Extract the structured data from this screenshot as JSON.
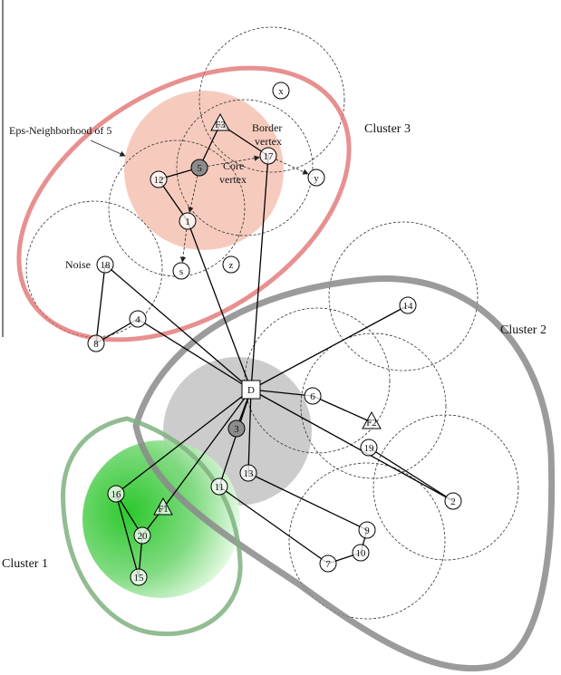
{
  "labels": {
    "eps_neighborhood": "Eps-Neighborhood of 5",
    "border_vertex_1": "Border",
    "border_vertex_2": "vertex",
    "core_vertex_1": "Core",
    "core_vertex_2": "vertex",
    "noise": "Noise",
    "cluster_1": "Cluster 1",
    "cluster_2": "Cluster 2",
    "cluster_3": "Cluster 3"
  },
  "nodes": [
    {
      "id": "x",
      "text": "x",
      "shape": "circle"
    },
    {
      "id": "y",
      "text": "y",
      "shape": "circle"
    },
    {
      "id": "z",
      "text": "z",
      "shape": "circle"
    },
    {
      "id": "s",
      "text": "s",
      "shape": "circle"
    },
    {
      "id": "F3",
      "text": "F3",
      "shape": "triangle"
    },
    {
      "id": "n17",
      "text": "17",
      "shape": "circle"
    },
    {
      "id": "n5",
      "text": "5",
      "shape": "circle-dark"
    },
    {
      "id": "n12",
      "text": "12",
      "shape": "circle"
    },
    {
      "id": "n1",
      "text": "1",
      "shape": "circle"
    },
    {
      "id": "n18",
      "text": "18",
      "shape": "circle"
    },
    {
      "id": "n4",
      "text": "4",
      "shape": "circle"
    },
    {
      "id": "n8",
      "text": "8",
      "shape": "circle"
    },
    {
      "id": "n14",
      "text": "14",
      "shape": "circle"
    },
    {
      "id": "D",
      "text": "D",
      "shape": "square"
    },
    {
      "id": "n6",
      "text": "6",
      "shape": "circle"
    },
    {
      "id": "F2",
      "text": "F2",
      "shape": "triangle"
    },
    {
      "id": "n19",
      "text": "19",
      "shape": "circle"
    },
    {
      "id": "n3",
      "text": "3",
      "shape": "circle-dark"
    },
    {
      "id": "n13",
      "text": "13",
      "shape": "circle"
    },
    {
      "id": "n11",
      "text": "11",
      "shape": "circle"
    },
    {
      "id": "n2",
      "text": "2",
      "shape": "circle"
    },
    {
      "id": "n9",
      "text": "9",
      "shape": "circle"
    },
    {
      "id": "n10",
      "text": "10",
      "shape": "circle"
    },
    {
      "id": "n7",
      "text": "7",
      "shape": "circle"
    },
    {
      "id": "n16",
      "text": "16",
      "shape": "circle"
    },
    {
      "id": "F1",
      "text": "F1",
      "shape": "triangle"
    },
    {
      "id": "n20",
      "text": "20",
      "shape": "circle"
    },
    {
      "id": "n15",
      "text": "15",
      "shape": "circle"
    }
  ],
  "edges": [
    {
      "from": "F3",
      "to": "n5"
    },
    {
      "from": "F3",
      "to": "n17"
    },
    {
      "from": "n5",
      "to": "n12"
    },
    {
      "from": "n12",
      "to": "n1"
    },
    {
      "from": "n1",
      "to": "D"
    },
    {
      "from": "n17",
      "to": "D"
    },
    {
      "from": "n18",
      "to": "D"
    },
    {
      "from": "n18",
      "to": "n8"
    },
    {
      "from": "n8",
      "to": "n4"
    },
    {
      "from": "n4",
      "to": "D"
    },
    {
      "from": "n14",
      "to": "D"
    },
    {
      "from": "n6",
      "to": "D"
    },
    {
      "from": "n6",
      "to": "F2"
    },
    {
      "from": "n3",
      "to": "D"
    },
    {
      "from": "n13",
      "to": "D"
    },
    {
      "from": "n11",
      "to": "D"
    },
    {
      "from": "D",
      "to": "n2"
    },
    {
      "from": "n19",
      "to": "n2"
    },
    {
      "from": "n13",
      "to": "n9"
    },
    {
      "from": "n9",
      "to": "n10"
    },
    {
      "from": "n10",
      "to": "n7"
    },
    {
      "from": "n11",
      "to": "n7"
    },
    {
      "from": "n16",
      "to": "D"
    },
    {
      "from": "F1",
      "to": "D"
    },
    {
      "from": "n16",
      "to": "n15"
    },
    {
      "from": "n16",
      "to": "n20"
    },
    {
      "from": "n20",
      "to": "n15"
    },
    {
      "from": "n20",
      "to": "F1"
    }
  ],
  "arrows": [
    {
      "from": "n5",
      "to": "n17"
    },
    {
      "from": "n17",
      "to": "y"
    },
    {
      "from": "n5",
      "to": "n1"
    },
    {
      "from": "n1",
      "to": "s"
    }
  ],
  "colors": {
    "cluster_1": "#2db82d",
    "cluster_2": "#9a9a9a",
    "cluster_3": "#e88a8a",
    "neighborhood_5": "#f4c2b3",
    "dense_d": "#c7c7c7",
    "core_node": "#8c8c8c",
    "cluster_1_outline": "#7fb07f",
    "cluster_3_outline": "#e06b6b"
  }
}
